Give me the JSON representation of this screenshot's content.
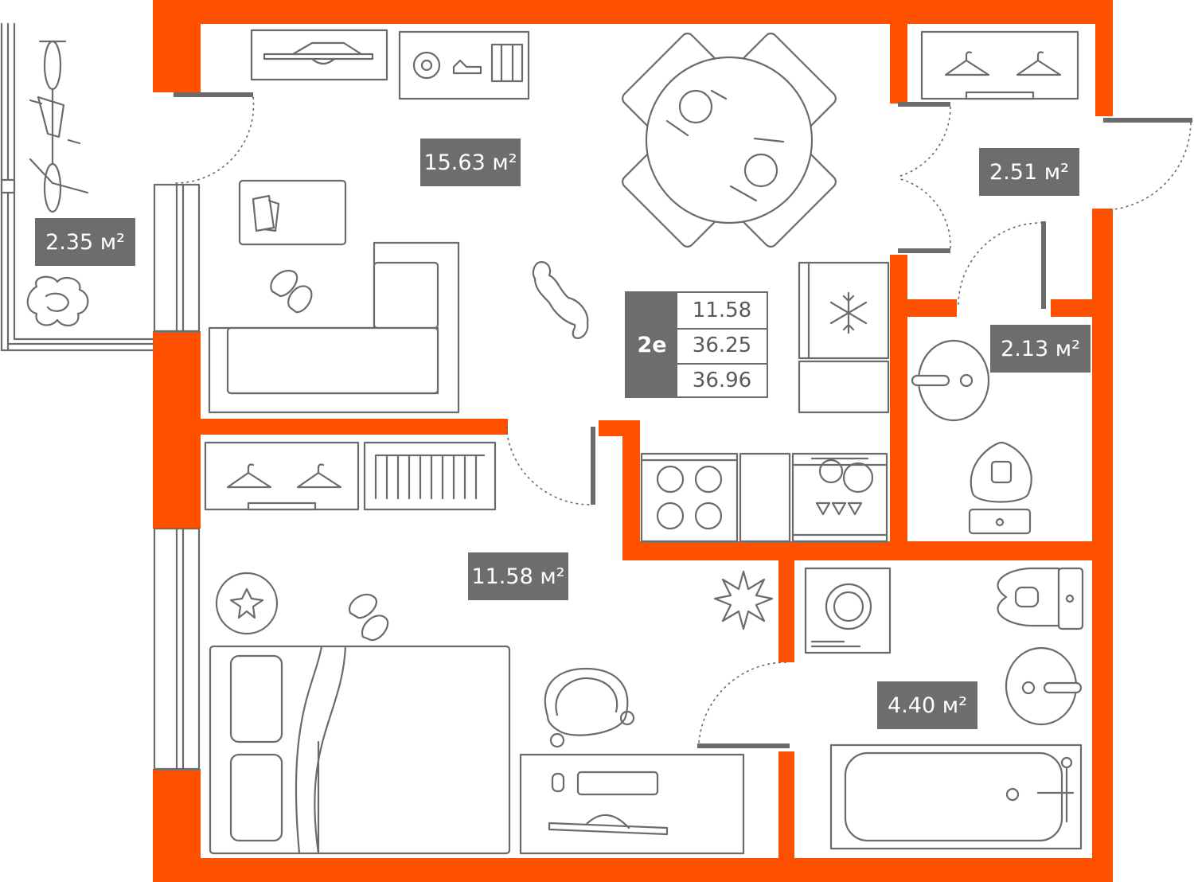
{
  "plan": {
    "code": "2e",
    "areas": [
      "11.58",
      "36.25",
      "36.96"
    ],
    "colors": {
      "wall": "#ff5000",
      "furniture": "#6b6b6b",
      "label_bg": "#6d6d6d",
      "label_text": "#ffffff"
    }
  },
  "rooms": [
    {
      "id": "balcony",
      "area": "2.35 м²"
    },
    {
      "id": "living-kitchen",
      "area": "15.63 м²"
    },
    {
      "id": "hallway",
      "area": "2.51 м²"
    },
    {
      "id": "toilet",
      "area": "2.13 м²"
    },
    {
      "id": "bedroom",
      "area": "11.58 м²"
    },
    {
      "id": "bathroom",
      "area": "4.40 м²"
    }
  ]
}
